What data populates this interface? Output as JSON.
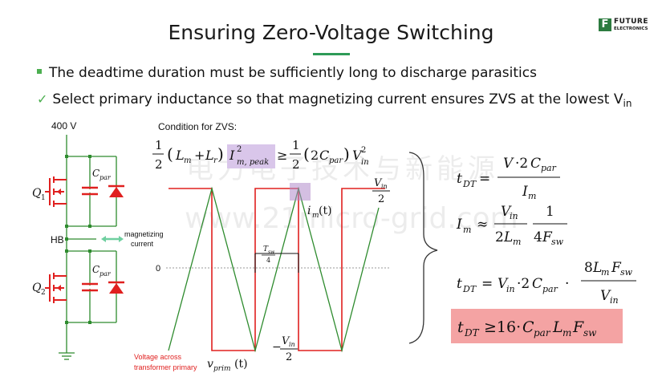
{
  "slide": {
    "title": "Ensuring Zero-Voltage Switching",
    "logo": {
      "line1": "FUTURE",
      "line2": "ELECTRONICS",
      "brand_color": "#2c7b3f"
    },
    "accent_color": "#2e9b57"
  },
  "bullets": [
    {
      "icon": "square-bullet-icon",
      "text": "The deadtime duration must be sufficiently long to discharge parasitics"
    },
    {
      "icon": "checkmark-icon",
      "text": "Select primary inductance so that magnetizing current ensures ZVS at the lowest V",
      "subscript": "in"
    }
  ],
  "circuit": {
    "supply_label": "400 V",
    "q1_label": "Q",
    "q1_sub": "1",
    "q2_label": "Q",
    "q2_sub": "2",
    "cpar_top": "C",
    "cpar_top_sub": "par",
    "cpar_bottom": "C",
    "cpar_bottom_sub": "par",
    "hb_label": "HB",
    "magnetizing_label_1": "magnetizing",
    "magnetizing_label_2": "current"
  },
  "waveform": {
    "condition_label": "Condition for ZVS:",
    "zero_label": "0",
    "vin_half_top_num": "V",
    "vin_half_top_sub": "in",
    "vin_half_top_den": "2",
    "vin_half_bottom_num": "V",
    "vin_half_bottom_sub": "in",
    "vin_half_bottom_den": "2",
    "vin_half_bottom_sign": "−",
    "im_label": "i",
    "im_sub": "m",
    "im_arg": "(t)",
    "tsw_num": "T",
    "tsw_sub": "sw",
    "tsw_den": "4",
    "vprim_label": "v",
    "vprim_sub": "prim",
    "vprim_arg": "(t)",
    "red_caption_1": "Voltage across",
    "red_caption_2": "transformer primary",
    "primary_color": "#e0201f",
    "current_color": "#2e8b2e"
  },
  "equations": {
    "zvs_condition": "1/2 (Lm + Lr) I²m,peak ≥ 1/2 (2Cpar) V²in",
    "tdt_def": "tDT = V·2Cpar / Im",
    "im_approx": "Im ≈ Vin/(2Lm) · 1/(4Fsw)",
    "tdt_sub": "tDT = Vin·2Cpar · 8LmFsw/Vin",
    "tdt_result": "tDT ≥ 16·Cpar Lm Fsw",
    "highlight_color": "#f4a3a3"
  },
  "watermark": {
    "line1": "电力电子技术与新能源",
    "line2": "www.21micro-grid.com"
  }
}
